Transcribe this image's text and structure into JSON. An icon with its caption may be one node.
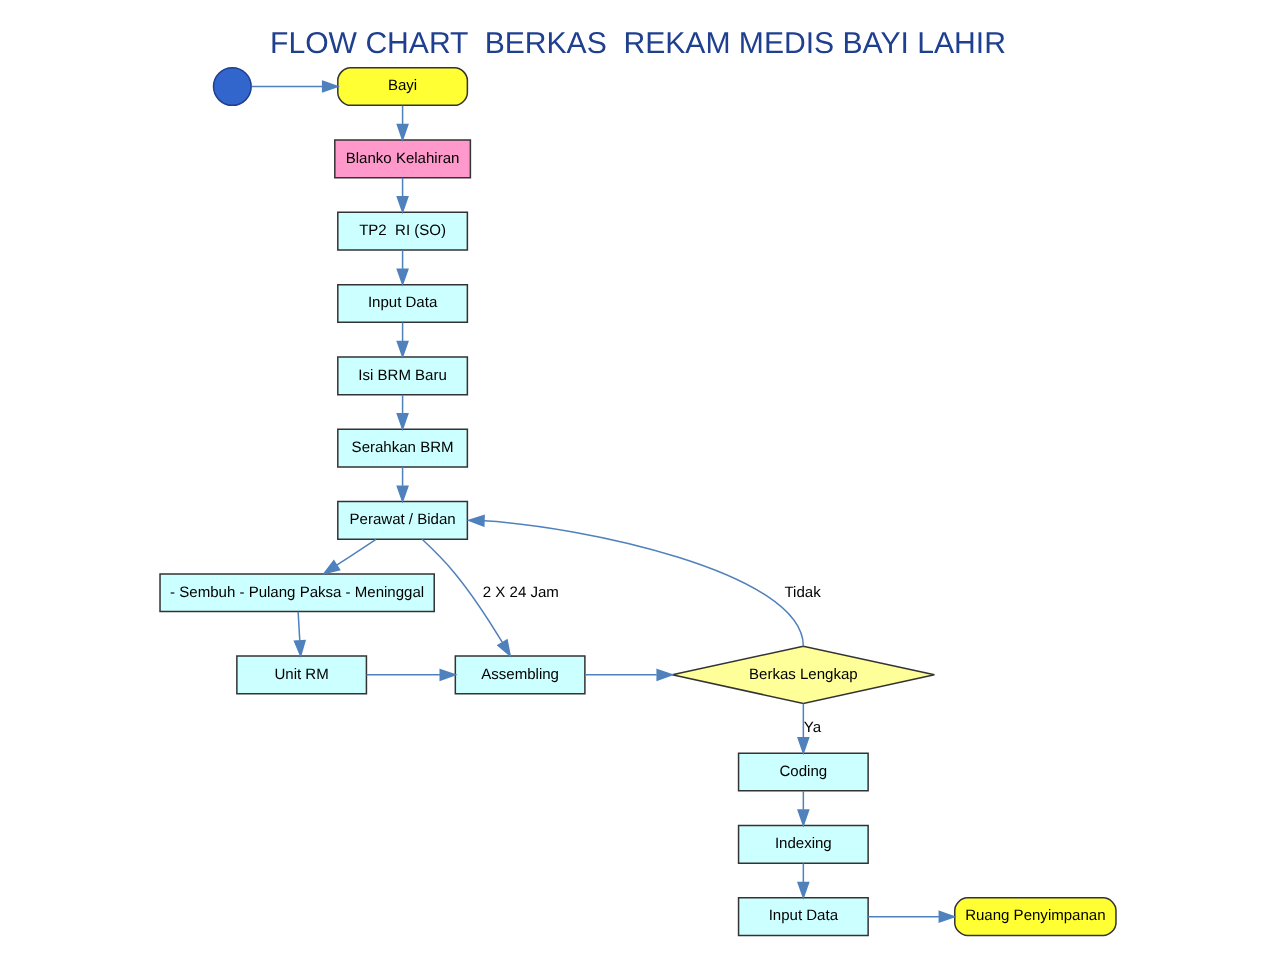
{
  "diagram": {
    "title": "FLOW CHART  BERKAS  REKAM MEDIS BAYI LAHIR",
    "nodes": [
      {
        "text": [],
        "shape": "circle"
      },
      {
        "text": [
          "Bayi"
        ]
      },
      {
        "text": [
          "Blanko Kelahiran"
        ]
      },
      {
        "text": [
          "TP2  RI (SO)"
        ]
      },
      {
        "text": [
          "Input Data"
        ]
      },
      {
        "text": [
          "Isi BRM Baru"
        ]
      },
      {
        "text": [
          "Serahkan BRM"
        ]
      },
      {
        "text": [
          "Perawat / Bidan"
        ]
      },
      {
        "text": [
          "- Sembuh - Pulang Paksa - Meninggal"
        ]
      },
      {
        "text": [
          "Unit RM"
        ]
      },
      {
        "text": [
          "Assembling"
        ]
      },
      {
        "text": [
          "Berkas Lengkap"
        ]
      },
      {
        "text": [
          "Coding"
        ]
      },
      {
        "text": [
          "Indexing"
        ]
      },
      {
        "text": [
          "Input Data"
        ]
      },
      {
        "text": [
          "Ruang Penyimpanan"
        ]
      }
    ],
    "edges": [
      {
        "from": 0,
        "to": 1,
        "arrow": "to"
      },
      {
        "from": 1,
        "to": 2,
        "arrow": "to"
      },
      {
        "from": 2,
        "to": 3,
        "arrow": "to"
      },
      {
        "from": 3,
        "to": 4,
        "arrow": "to"
      },
      {
        "from": 4,
        "to": 5,
        "arrow": "to"
      },
      {
        "from": 5,
        "to": 6,
        "arrow": "to"
      },
      {
        "from": 6,
        "to": 7,
        "arrow": "to"
      },
      {
        "from": 7,
        "to": 8,
        "arrow": "to"
      },
      {
        "from": 8,
        "to": 9,
        "arrow": "to"
      },
      {
        "from": 9,
        "to": 10,
        "arrow": "to"
      },
      {
        "from": 7,
        "to": 10,
        "arrow": "to",
        "label": "2 X 24 Jam"
      },
      {
        "from": 10,
        "to": 11,
        "arrow": "to"
      },
      {
        "from": 11,
        "to": 7,
        "arrow": "to",
        "label": "Tidak"
      },
      {
        "from": 11,
        "to": 12,
        "arrow": "to",
        "label": "Ya"
      },
      {
        "from": 12,
        "to": 13,
        "arrow": "to"
      },
      {
        "from": 13,
        "to": 14,
        "arrow": "to"
      },
      {
        "from": 14,
        "to": 15,
        "arrow": "to"
      }
    ]
  }
}
